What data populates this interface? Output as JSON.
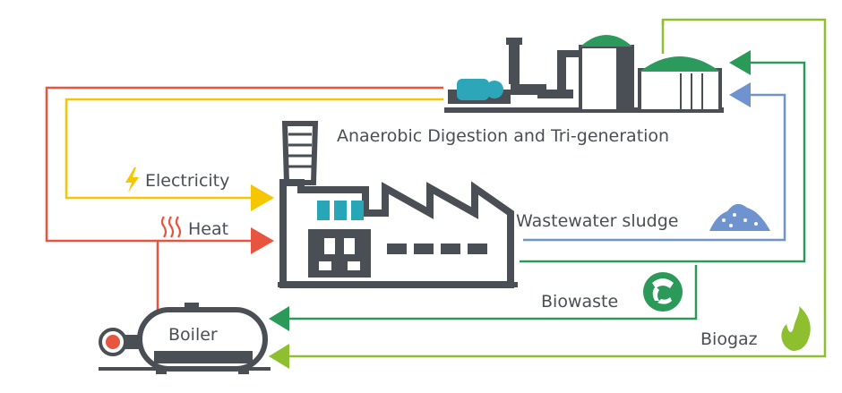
{
  "labels": {
    "digestion": "Anaerobic Digestion and Tri-generation",
    "electricity": "Electricity",
    "heat": "Heat",
    "wastewater": "Wastewater sludge",
    "biowaste": "Biowaste",
    "biogaz": "Biogaz",
    "boiler": "Boiler"
  },
  "icons": [
    "lightning-icon",
    "heat-waves-icon",
    "sludge-pile-icon",
    "recycle-icon",
    "flame-icon"
  ],
  "colors": {
    "heat": "#e8553e",
    "electricity": "#f6c600",
    "biogaz": "#8dbf2e",
    "biowaste": "#2b9a58",
    "wastewater": "#6f93cf",
    "factory": "#4a4f55",
    "plant_accent": "#2d9a5d",
    "pump": "#2ca6b8",
    "windows": "#26a6b7",
    "text": "#4a4f55"
  }
}
